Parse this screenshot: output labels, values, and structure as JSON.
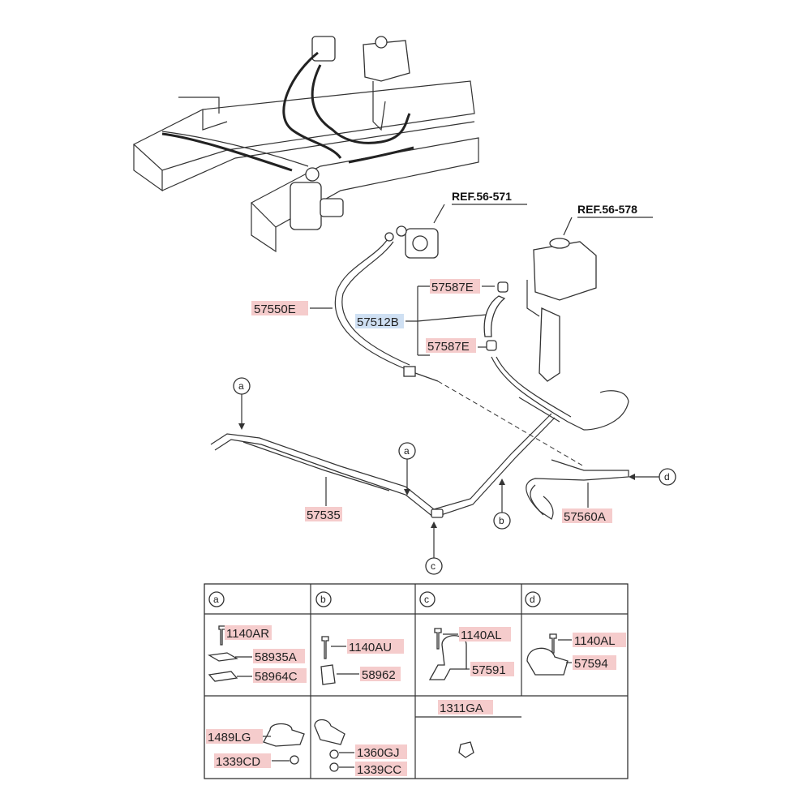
{
  "references": {
    "ref_pump": "REF.56-571",
    "ref_reservoir": "REF.56-578"
  },
  "callouts": {
    "hose_57550E": "57550E",
    "hose_57512B": "57512B",
    "clip_57587E_top": "57587E",
    "clip_57587E_bottom": "57587E",
    "tube_57535": "57535",
    "tube_57560A": "57560A"
  },
  "circle_markers": {
    "a": "a",
    "b": "b",
    "c": "c",
    "d": "d"
  },
  "table": {
    "headers": [
      "a",
      "b",
      "c",
      "d"
    ],
    "cell_a": [
      "1140AR",
      "58935A",
      "58964C"
    ],
    "cell_b": [
      "1140AU",
      "58962"
    ],
    "cell_c": [
      "1140AL",
      "57591"
    ],
    "cell_d": [
      "1140AL",
      "57594"
    ],
    "row2_header_c": "1311GA",
    "cell_a2": [
      "1489LG",
      "1339CD"
    ],
    "cell_b2": [
      "1360GJ",
      "1339CC"
    ]
  },
  "colors": {
    "label_highlight": "#f5cccc",
    "assembly_highlight": "#cfe0f3"
  }
}
